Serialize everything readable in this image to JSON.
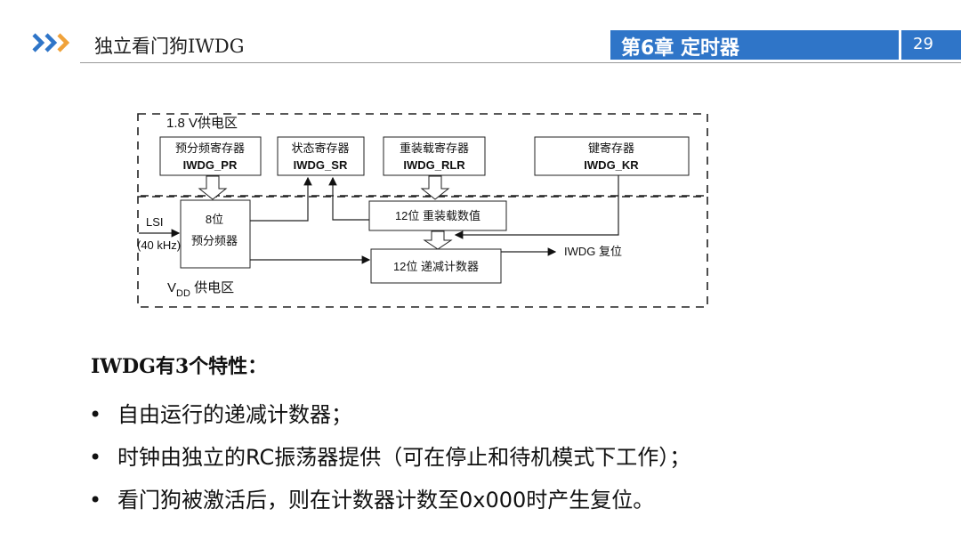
{
  "header": {
    "title": "独立看门狗IWDG",
    "chapter": "第6章 定时器",
    "page_number": "29",
    "accent_color": "#2f75c8",
    "logo_color": "#f0a23a",
    "logo_icon": "chevrons-right-icon"
  },
  "diagram": {
    "zone_top_label": "1.8 V供电区",
    "zone_bottom_label_v": "V",
    "zone_bottom_label_sub": "DD",
    "zone_bottom_label_rest": " 供电区",
    "registers": [
      {
        "name": "预分频寄存器",
        "id": "IWDG_PR"
      },
      {
        "name": "状态寄存器",
        "id": "IWDG_SR"
      },
      {
        "name": "重装载寄存器",
        "id": "IWDG_RLR"
      },
      {
        "name": "键寄存器",
        "id": "IWDG_KR"
      }
    ],
    "input_label": "LSI",
    "input_freq": "(40 kHz)",
    "prescaler_line1": "8位",
    "prescaler_line2": "预分频器",
    "reload_value": "12位 重装载数值",
    "counter": "12位 递减计数器",
    "output_label": "IWDG 复位"
  },
  "text": {
    "heading": "IWDG有3个特性：",
    "bullets": [
      "自由运行的递减计数器；",
      "时钟由独立的RC振荡器提供（可在停止和待机模式下工作）；",
      "看门狗被激活后，则在计数器计数至0x000时产生复位。"
    ]
  }
}
